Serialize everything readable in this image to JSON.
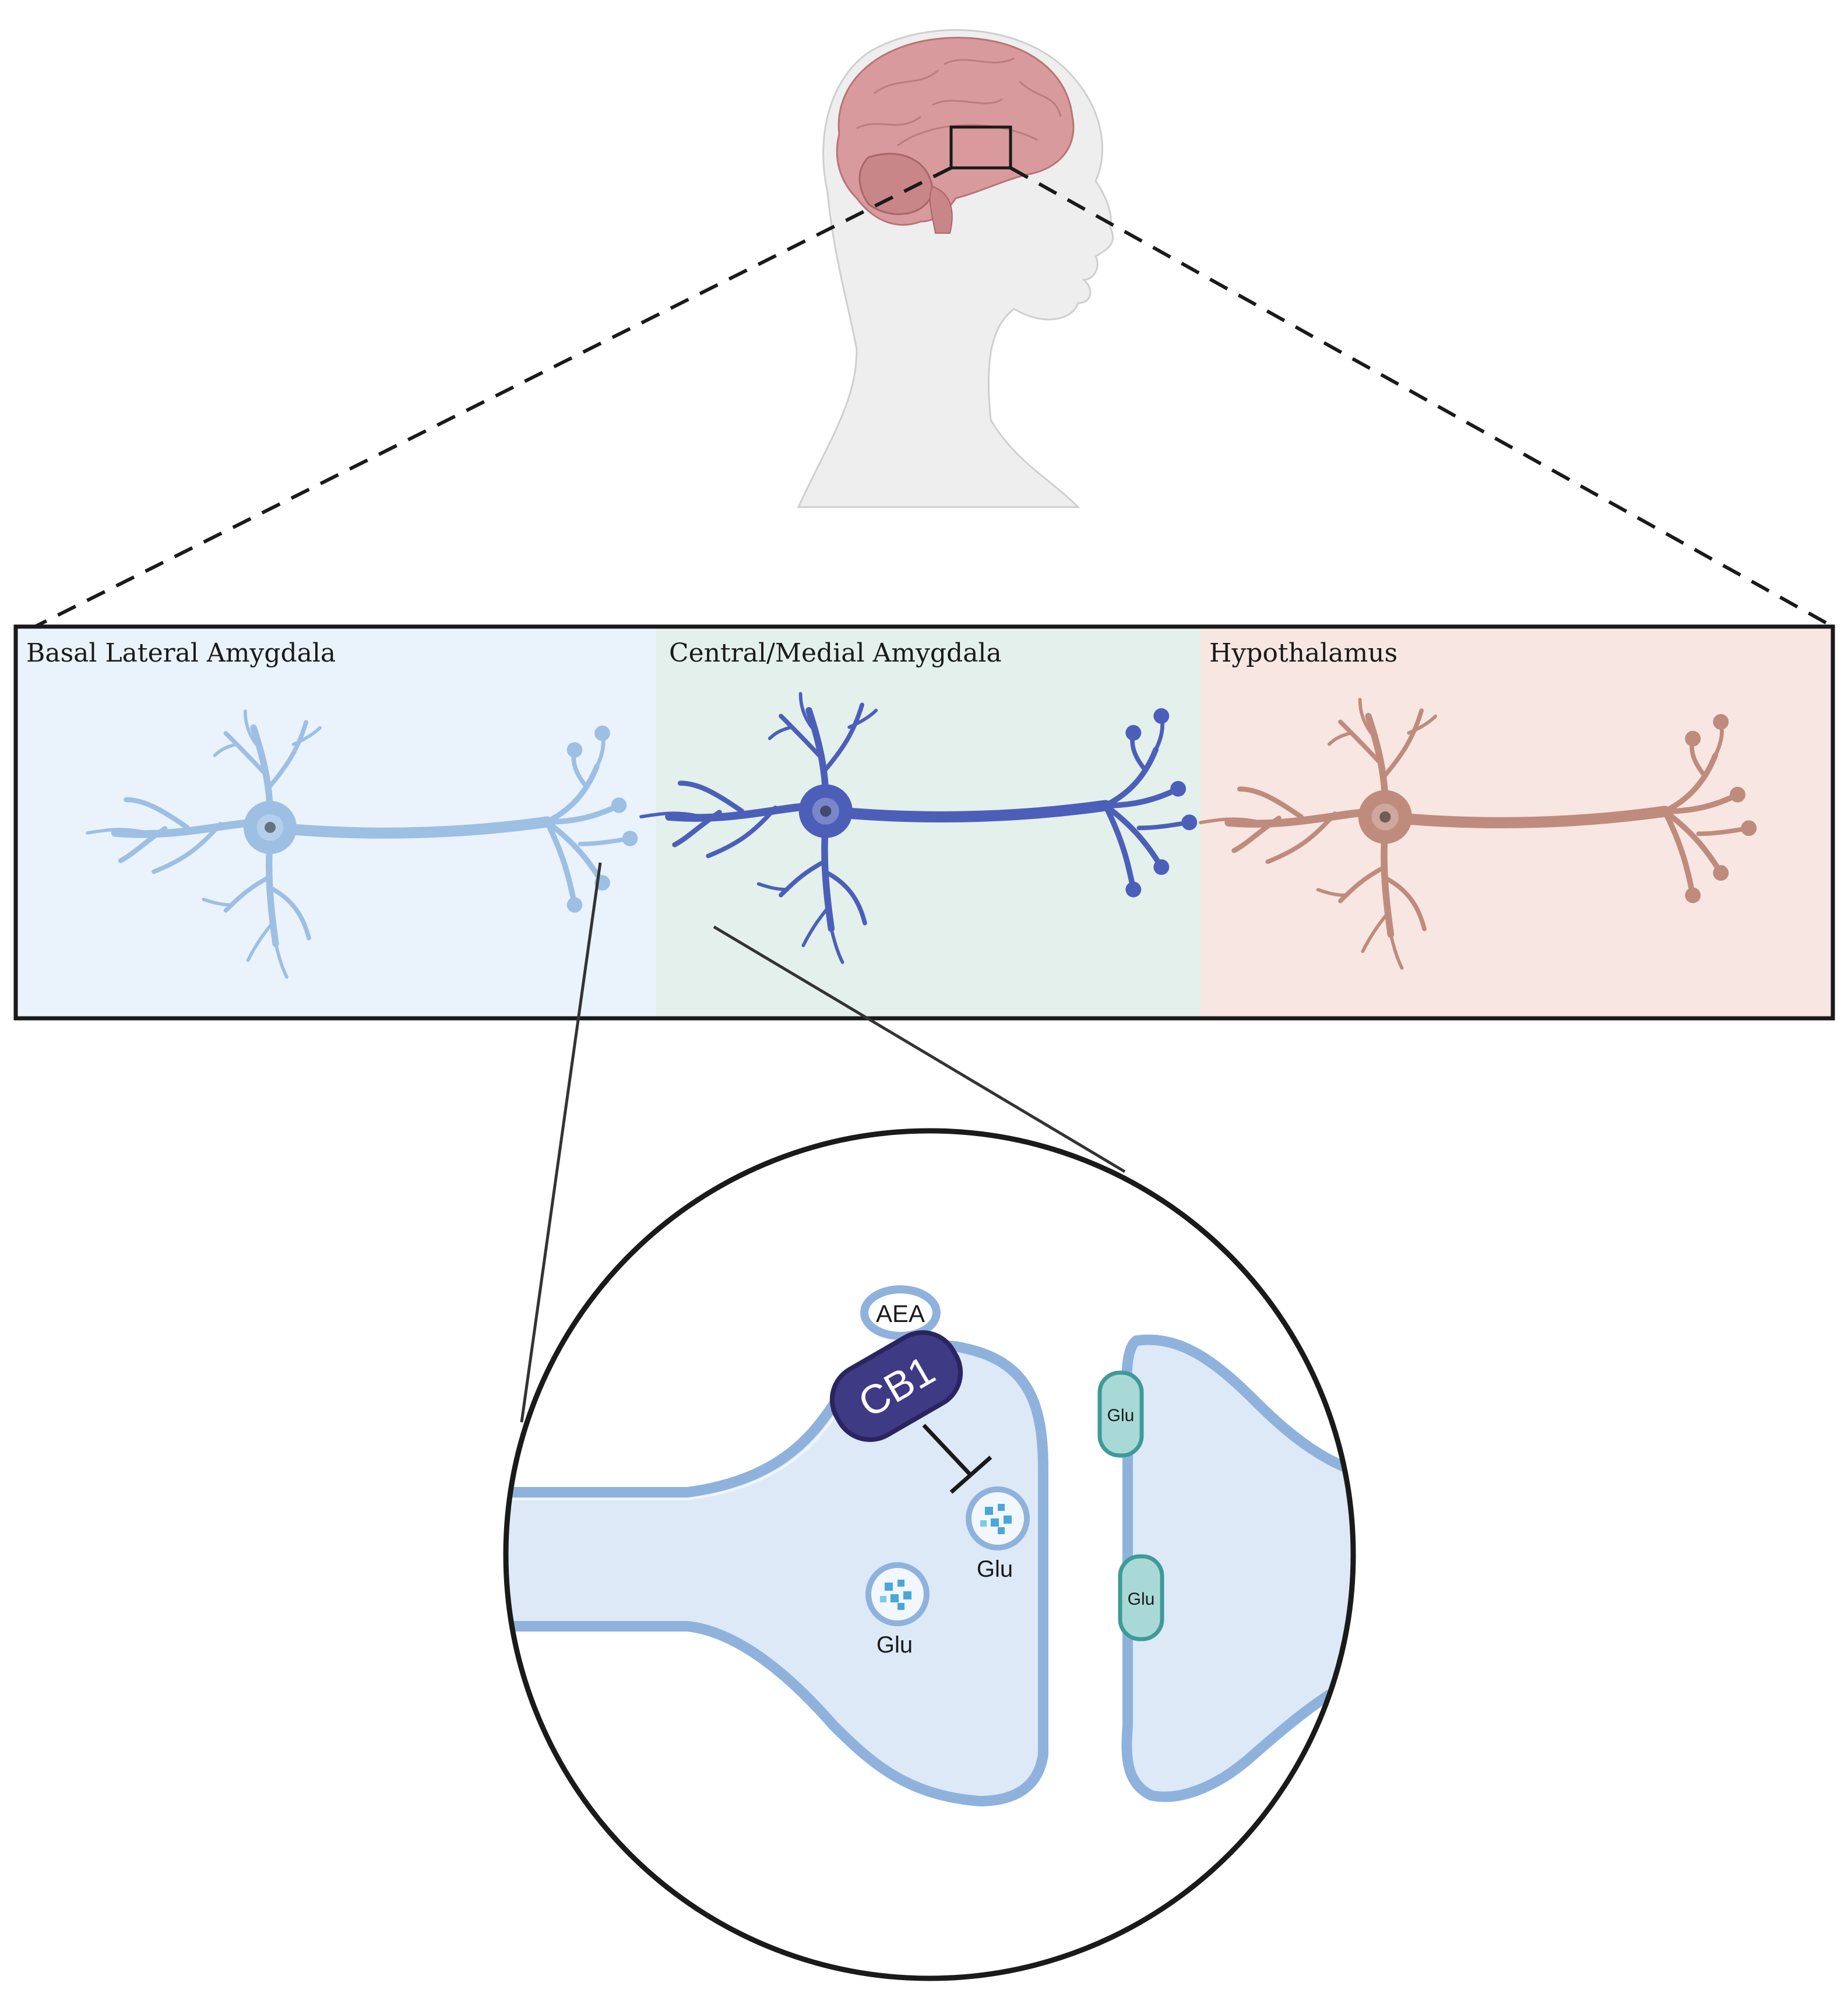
{
  "regions": [
    {
      "label": "Basal Lateral Amygdala",
      "color": "#eaf2fb",
      "neuron_color": "#9dbfe4"
    },
    {
      "label": "Central/Medial Amygdala",
      "color": "#e3f0ec",
      "neuron_color": "#4c5fb8"
    },
    {
      "label": "Hypothalamus",
      "color": "#f7e6e2",
      "neuron_color": "#bf8b7c"
    }
  ],
  "synapse": {
    "receptor_label": "CB1",
    "ligand_label": "AEA",
    "vesicle_label": "Glu",
    "postsynaptic_receptor_label": "Glu",
    "receptor_color": "#3f3a84",
    "membrane_color": "#8fb2dd",
    "fill_color": "#dde9f7",
    "postsynaptic_receptor_color": "#a9d9d7"
  },
  "head": {
    "brain_color": "#d89a9c",
    "skin_color": "#eeeeee"
  }
}
